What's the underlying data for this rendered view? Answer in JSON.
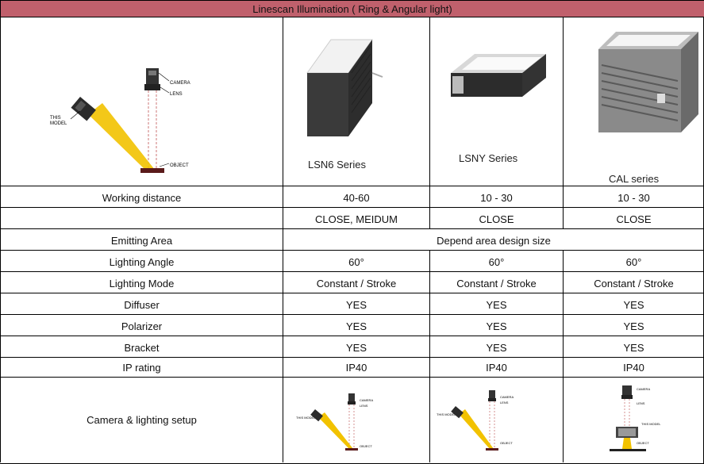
{
  "title": "Linescan Illumination ( Ring & Angular light)",
  "header": {
    "diagram_labels": {
      "camera": "CAMERA",
      "lens": "LENS",
      "this_model": "THIS\nMODEL",
      "object": "OBJECT"
    },
    "products": [
      {
        "name": "LSN6 Series"
      },
      {
        "name": "LSNY Series"
      },
      {
        "name": "CAL series"
      }
    ]
  },
  "rows": [
    {
      "label": "Working distance",
      "values": [
        "40-60",
        "10 -   30",
        "10 -   30"
      ]
    },
    {
      "label": "",
      "values": [
        "CLOSE, MEIDUM",
        "CLOSE",
        "CLOSE"
      ]
    },
    {
      "label": "Emitting Area",
      "merged": "Depend area design size"
    },
    {
      "label": "Lighting Angle",
      "values": [
        "60°",
        "60°",
        "60°"
      ]
    },
    {
      "label": "Lighting Mode",
      "values": [
        "Constant / Stroke",
        "Constant / Stroke",
        "Constant / Stroke"
      ]
    },
    {
      "label": "Diffuser",
      "values": [
        "YES",
        "YES",
        "YES"
      ]
    },
    {
      "label": "Polarizer",
      "values": [
        "YES",
        "YES",
        "YES"
      ]
    },
    {
      "label": "Bracket",
      "values": [
        "YES",
        "YES",
        "YES"
      ]
    },
    {
      "label": "IP rating",
      "values": [
        "IP40",
        "IP40",
        "IP40"
      ]
    }
  ],
  "setup_row": {
    "label": "Camera & lighting setup"
  },
  "colors": {
    "title_bg": "#c0606c",
    "beam": "#f2c200",
    "dark": "#2b2b2b"
  }
}
